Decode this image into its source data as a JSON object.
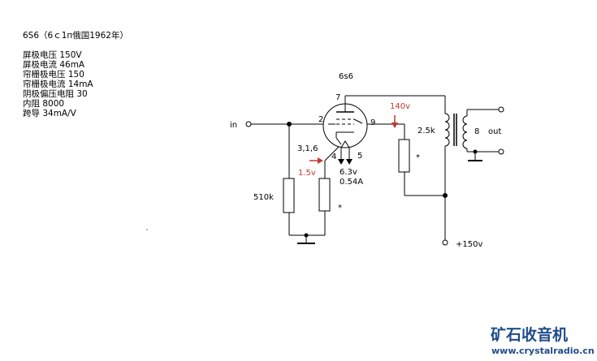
{
  "specs": {
    "title": "6S6（6ｃ1п俄国1962年）",
    "lines": [
      "屏极电压 150V",
      "屏极电流 46mA",
      "帘栅极电压 150",
      "帘栅极电流 14mA",
      "阴极偏压电阻 30",
      "内阻 8000",
      "跨导 34mA/V"
    ]
  },
  "schematic": {
    "tube_name": "6s6",
    "input_label": "in",
    "output_label": "out",
    "pin_anode": "7",
    "pin_grid": "2",
    "pin_screen": "9",
    "pin_cathode": "3,1,6",
    "pin_heater_a": "4",
    "pin_heater_b": "5",
    "heater_voltage": "6.3v",
    "heater_current": "0.54A",
    "cathode_voltage": "1.5v",
    "screen_voltage": "140v",
    "grid_resistor": "510k",
    "cathode_resistor_mark": "*",
    "screen_resistor_mark": "*",
    "transformer_primary": "2.5k",
    "transformer_secondary": "8",
    "supply": "+150v",
    "red_color": "#c0392b"
  },
  "watermark": {
    "title": "矿石收音机",
    "url": "www.crystalradio.cn"
  }
}
